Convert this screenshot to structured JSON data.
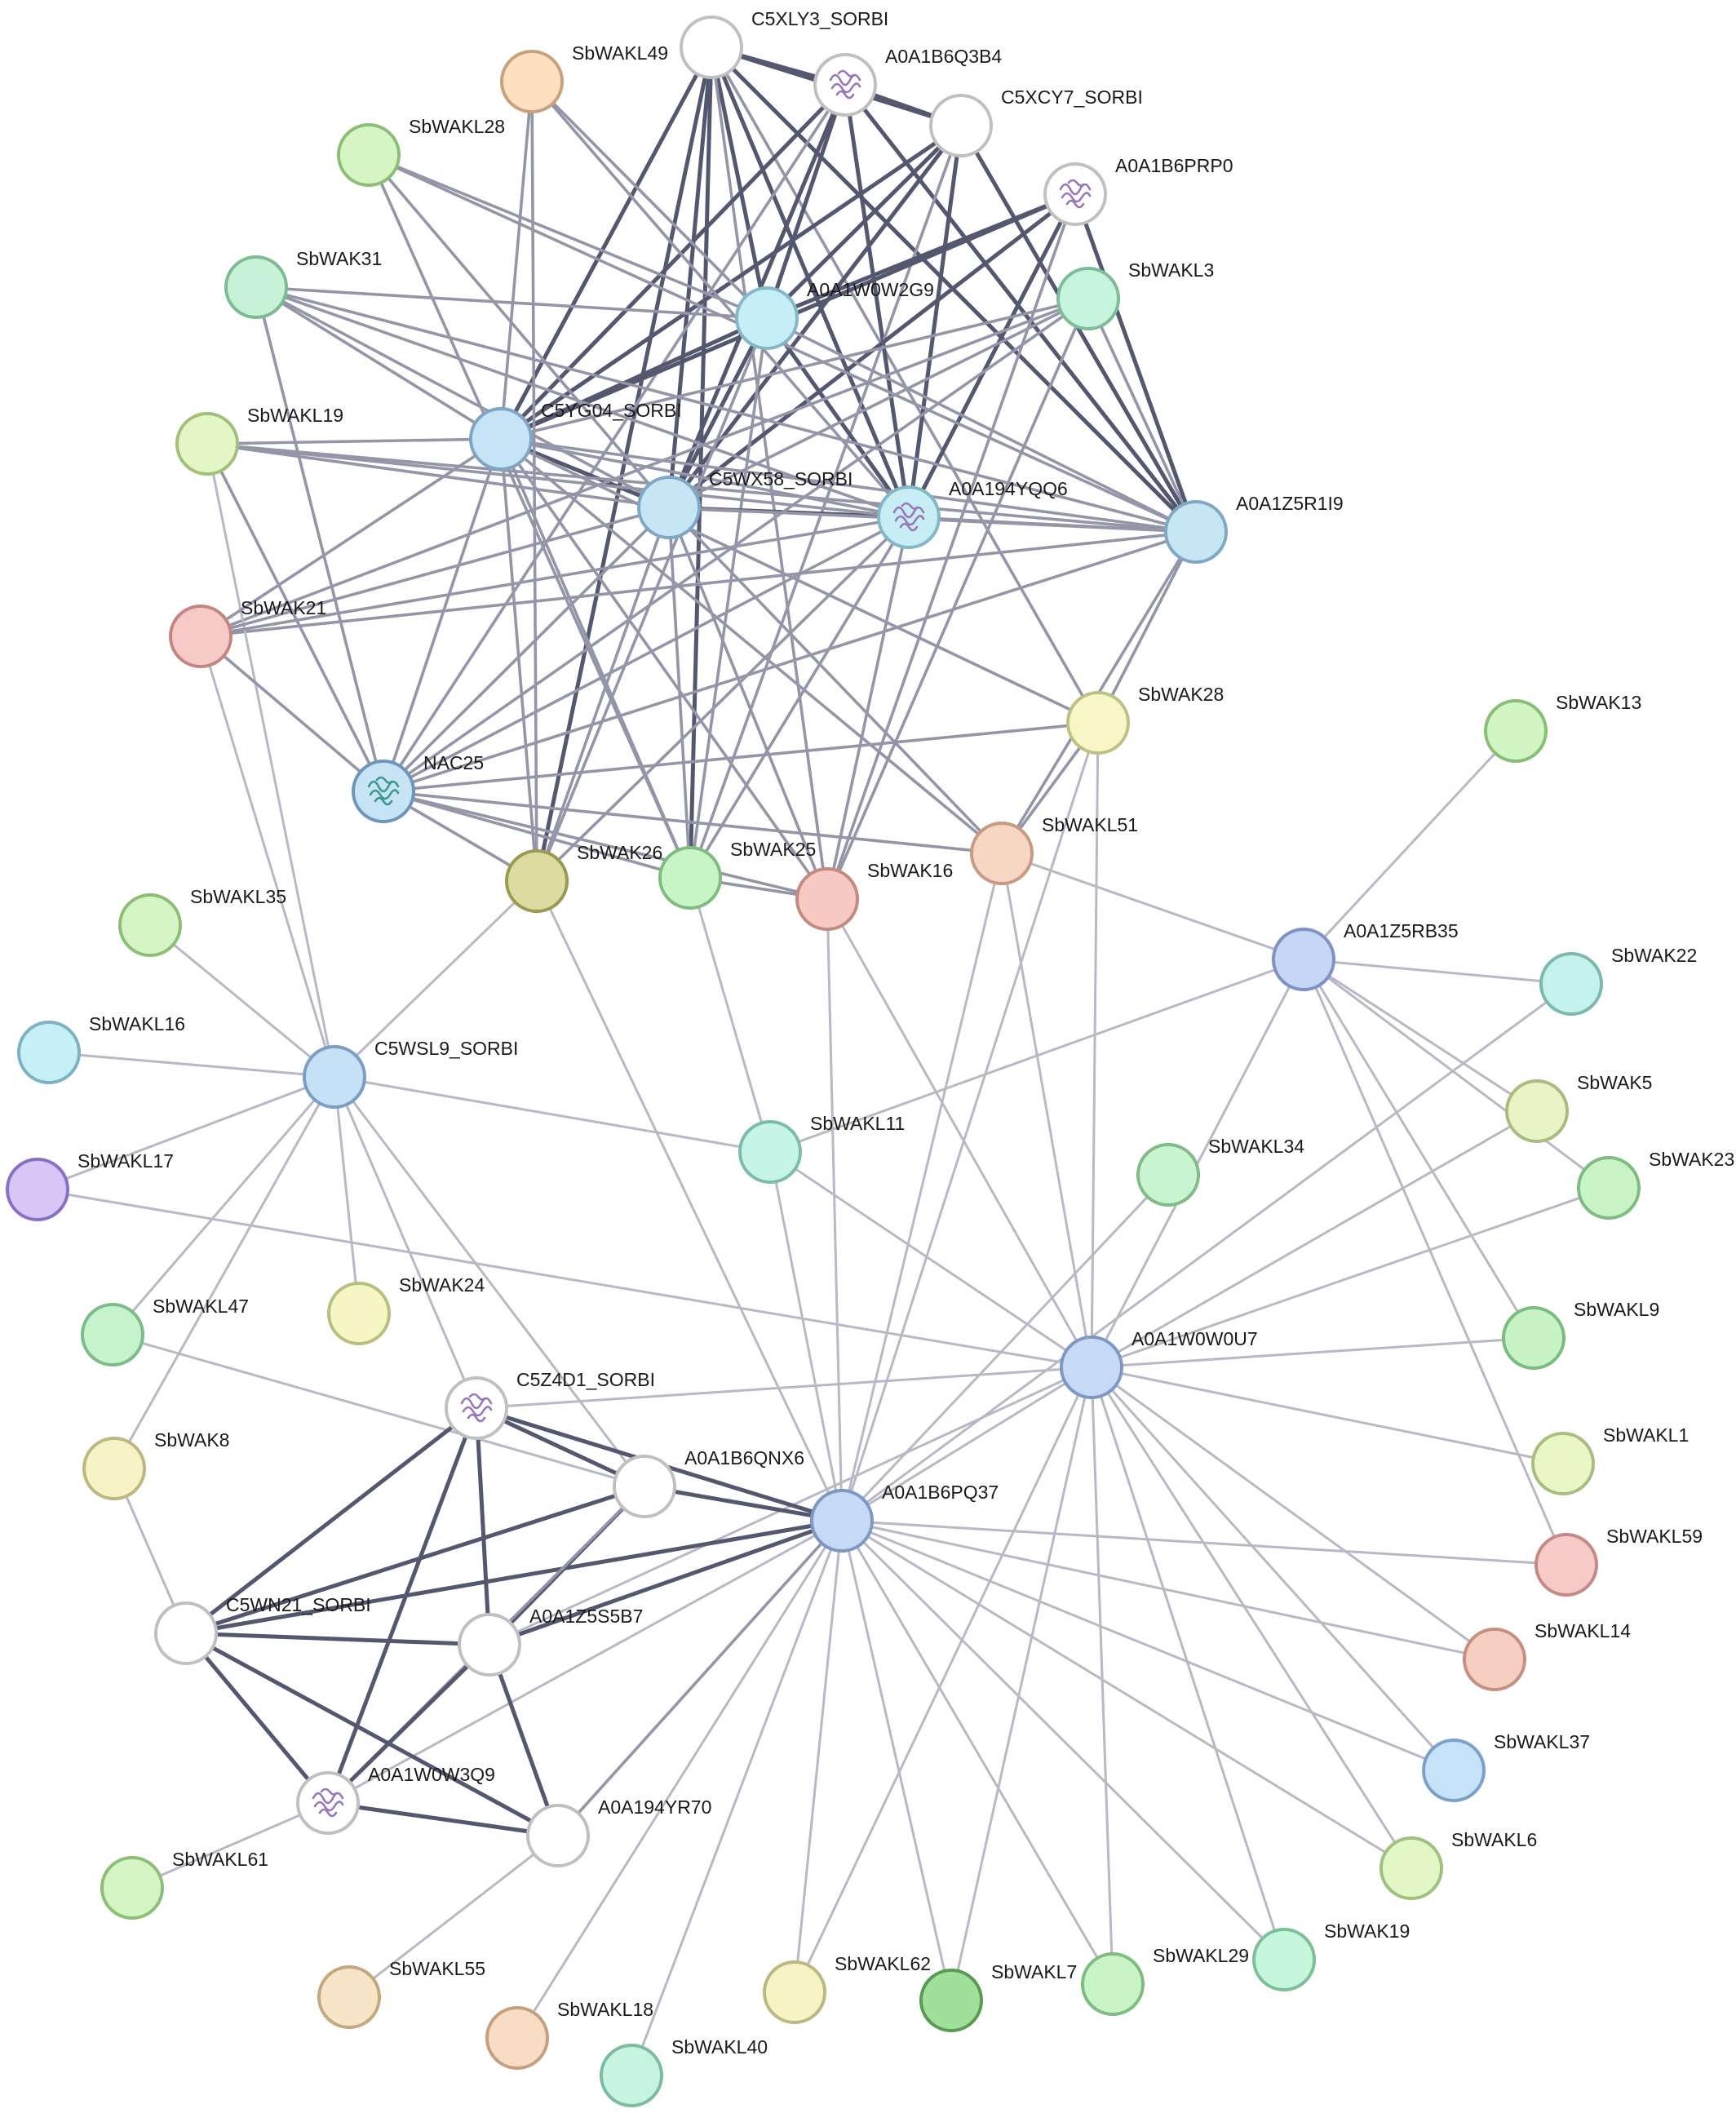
{
  "nodes": [
    {
      "id": "C5XLY3_SORBI",
      "label": "C5XLY3_SORBI",
      "fill": "#ffffff",
      "stroke": "#c0c0c0",
      "structure": false
    },
    {
      "id": "SbWAKL49",
      "label": "SbWAKL49",
      "fill": "#fde0c0",
      "stroke": "#c8a27a",
      "structure": false
    },
    {
      "id": "A0A1B6Q3B4",
      "label": "A0A1B6Q3B4",
      "fill": "#ffffff",
      "stroke": "#c0c0c0",
      "structure": true
    },
    {
      "id": "C5XCY7_SORBI",
      "label": "C5XCY7_SORBI",
      "fill": "#ffffff",
      "stroke": "#c0c0c0",
      "structure": false
    },
    {
      "id": "SbWAKL28",
      "label": "SbWAKL28",
      "fill": "#d6f5c4",
      "stroke": "#8cbf76",
      "structure": false
    },
    {
      "id": "A0A1B6PRP0",
      "label": "A0A1B6PRP0",
      "fill": "#ffffff",
      "stroke": "#c0c0c0",
      "structure": true
    },
    {
      "id": "SbWAK31",
      "label": "SbWAK31",
      "fill": "#c8f2d8",
      "stroke": "#7cbc94",
      "structure": false
    },
    {
      "id": "A0A1W0W2G9",
      "label": "A0A1W0W2G9",
      "fill": "#c6eef6",
      "stroke": "#84b8c8",
      "structure": false
    },
    {
      "id": "SbWAKL3",
      "label": "SbWAKL3",
      "fill": "#c6f4dc",
      "stroke": "#7cbc98",
      "structure": false
    },
    {
      "id": "SbWAKL19",
      "label": "SbWAKL19",
      "fill": "#e4f6c6",
      "stroke": "#a2c07a",
      "structure": false
    },
    {
      "id": "C5YG04_SORBI",
      "label": "C5YG04_SORBI",
      "fill": "#c6e4f6",
      "stroke": "#7ea6c4",
      "structure": false
    },
    {
      "id": "C5WX58_SORBI",
      "label": "C5WX58_SORBI",
      "fill": "#c6e6f6",
      "stroke": "#7ea8c4",
      "structure": false
    },
    {
      "id": "A0A194YQQ6",
      "label": "A0A194YQQ6",
      "fill": "#c6eef4",
      "stroke": "#84b8c4",
      "structure": true
    },
    {
      "id": "A0A1Z5R1I9",
      "label": "A0A1Z5R1I9",
      "fill": "#c6e6f4",
      "stroke": "#80a8c2",
      "structure": false
    },
    {
      "id": "SbWAK21",
      "label": "SbWAK21",
      "fill": "#f6cac6",
      "stroke": "#c48680",
      "structure": false
    },
    {
      "id": "SbWAK28",
      "label": "SbWAK28",
      "fill": "#f6f6c6",
      "stroke": "#c0c084",
      "structure": false
    },
    {
      "id": "SbWAK13",
      "label": "SbWAK13",
      "fill": "#d2f5c4",
      "stroke": "#88bf76",
      "structure": false
    },
    {
      "id": "NAC25",
      "label": "NAC25",
      "fill": "#c6e4f6",
      "stroke": "#6e96b8",
      "structure": true
    },
    {
      "id": "SbWAKL51",
      "label": "SbWAKL51",
      "fill": "#f8d6c4",
      "stroke": "#c89a82",
      "structure": false
    },
    {
      "id": "SbWAK26",
      "label": "SbWAK26",
      "fill": "#dcdca0",
      "stroke": "#9a9a50",
      "structure": false
    },
    {
      "id": "SbWAK25",
      "label": "SbWAK25",
      "fill": "#c8f5c6",
      "stroke": "#80bc80",
      "structure": false
    },
    {
      "id": "SbWAK16",
      "label": "SbWAK16",
      "fill": "#f6cac2",
      "stroke": "#c48a80",
      "structure": false
    },
    {
      "id": "SbWAKL35",
      "label": "SbWAKL35",
      "fill": "#d6f5c4",
      "stroke": "#8cbf76",
      "structure": false
    },
    {
      "id": "A0A1Z5RB35",
      "label": "A0A1Z5RB35",
      "fill": "#c6d6f6",
      "stroke": "#7e92c4",
      "structure": false
    },
    {
      "id": "SbWAK22",
      "label": "SbWAK22",
      "fill": "#c6f2ec",
      "stroke": "#7cb8b0",
      "structure": false
    },
    {
      "id": "SbWAKL16",
      "label": "SbWAKL16",
      "fill": "#c6f0f6",
      "stroke": "#7cb2c2",
      "structure": false
    },
    {
      "id": "C5WSL9_SORBI",
      "label": "C5WSL9_SORBI",
      "fill": "#c6e0f6",
      "stroke": "#7a9ec4",
      "structure": false
    },
    {
      "id": "SbWAK5",
      "label": "SbWAK5",
      "fill": "#e8f4c6",
      "stroke": "#a8bc80",
      "structure": false
    },
    {
      "id": "SbWAKL11",
      "label": "SbWAKL11",
      "fill": "#c6f4e8",
      "stroke": "#7cbcaa",
      "structure": false
    },
    {
      "id": "SbWAKL34",
      "label": "SbWAKL34",
      "fill": "#c8f4d0",
      "stroke": "#80bc88",
      "structure": false
    },
    {
      "id": "SbWAK23",
      "label": "SbWAK23",
      "fill": "#c8f4c8",
      "stroke": "#80bc80",
      "structure": false
    },
    {
      "id": "SbWAKL17",
      "label": "SbWAKL17",
      "fill": "#d8c6f6",
      "stroke": "#8a70c4",
      "structure": false
    },
    {
      "id": "SbWAK24",
      "label": "SbWAK24",
      "fill": "#f4f6c4",
      "stroke": "#bcbe80",
      "structure": false
    },
    {
      "id": "SbWAKL47",
      "label": "SbWAKL47",
      "fill": "#c6f2cc",
      "stroke": "#7cbc88",
      "structure": false
    },
    {
      "id": "SbWAKL9",
      "label": "SbWAKL9",
      "fill": "#c6f2c6",
      "stroke": "#7cbc7c",
      "structure": false
    },
    {
      "id": "A0A1W0W0U7",
      "label": "A0A1W0W0U7",
      "fill": "#c6daf6",
      "stroke": "#7e98c4",
      "structure": false
    },
    {
      "id": "C5Z4D1_SORBI",
      "label": "C5Z4D1_SORBI",
      "fill": "#ffffff",
      "stroke": "#c0c0c0",
      "structure": true
    },
    {
      "id": "SbWAK8",
      "label": "SbWAK8",
      "fill": "#f6f4c6",
      "stroke": "#bcb880",
      "structure": false
    },
    {
      "id": "SbWAKL1",
      "label": "SbWAKL1",
      "fill": "#eaf6c6",
      "stroke": "#a8be80",
      "structure": false
    },
    {
      "id": "A0A1B6QNX6",
      "label": "A0A1B6QNX6",
      "fill": "#ffffff",
      "stroke": "#c0c0c0",
      "structure": false
    },
    {
      "id": "A0A1B6PQ37",
      "label": "A0A1B6PQ37",
      "fill": "#c6daf6",
      "stroke": "#7e98c4",
      "structure": false
    },
    {
      "id": "SbWAKL59",
      "label": "SbWAKL59",
      "fill": "#f6cac6",
      "stroke": "#c48a86",
      "structure": false
    },
    {
      "id": "C5WN21_SORBI",
      "label": "C5WN21_SORBI",
      "fill": "#ffffff",
      "stroke": "#c0c0c0",
      "structure": false
    },
    {
      "id": "A0A1Z5S5B7",
      "label": "A0A1Z5S5B7",
      "fill": "#ffffff",
      "stroke": "#c0c0c0",
      "structure": false
    },
    {
      "id": "SbWAKL14",
      "label": "SbWAKL14",
      "fill": "#f6cec2",
      "stroke": "#c49080",
      "structure": false
    },
    {
      "id": "SbWAKL37",
      "label": "SbWAKL37",
      "fill": "#c6e2f8",
      "stroke": "#7aa2c8",
      "structure": false
    },
    {
      "id": "A0A1W0W3Q9",
      "label": "A0A1W0W3Q9",
      "fill": "#ffffff",
      "stroke": "#c0c0c0",
      "structure": true
    },
    {
      "id": "A0A194YR70",
      "label": "A0A194YR70",
      "fill": "#ffffff",
      "stroke": "#c0c0c0",
      "structure": false
    },
    {
      "id": "SbWAKL61",
      "label": "SbWAKL61",
      "fill": "#d6f5c4",
      "stroke": "#8cbf76",
      "structure": false
    },
    {
      "id": "SbWAKL6",
      "label": "SbWAKL6",
      "fill": "#e2f6c6",
      "stroke": "#a0c07e",
      "structure": false
    },
    {
      "id": "SbWAK19",
      "label": "SbWAK19",
      "fill": "#c6f6dc",
      "stroke": "#7cc098",
      "structure": false
    },
    {
      "id": "SbWAKL55",
      "label": "SbWAKL55",
      "fill": "#f8e4c6",
      "stroke": "#c4a880",
      "structure": false
    },
    {
      "id": "SbWAKL29",
      "label": "SbWAKL29",
      "fill": "#c8f4c8",
      "stroke": "#80bc80",
      "structure": false
    },
    {
      "id": "SbWAKL62",
      "label": "SbWAKL62",
      "fill": "#f6f4c4",
      "stroke": "#bcb880",
      "structure": false
    },
    {
      "id": "SbWAKL7",
      "label": "SbWAKL7",
      "fill": "#a0e09a",
      "stroke": "#5a9a52",
      "structure": false
    },
    {
      "id": "SbWAKL18",
      "label": "SbWAKL18",
      "fill": "#f8dcc4",
      "stroke": "#c4a080",
      "structure": false
    },
    {
      "id": "SbWAKL40",
      "label": "SbWAKL40",
      "fill": "#c6f4e0",
      "stroke": "#7cbc9e",
      "structure": false
    }
  ],
  "edges": [
    [
      "C5XLY3_SORBI",
      "A0A1B6Q3B4",
      3
    ],
    [
      "C5XLY3_SORBI",
      "C5XCY7_SORBI",
      3
    ],
    [
      "C5XLY3_SORBI",
      "A0A1W0W2G9",
      3
    ],
    [
      "C5XLY3_SORBI",
      "C5YG04_SORBI",
      3
    ],
    [
      "C5XLY3_SORBI",
      "C5WX58_SORBI",
      3
    ],
    [
      "C5XLY3_SORBI",
      "A0A194YQQ6",
      3
    ],
    [
      "C5XLY3_SORBI",
      "A0A1Z5R1I9",
      3
    ],
    [
      "C5XLY3_SORBI",
      "SbWAK26",
      3
    ],
    [
      "C5XLY3_SORBI",
      "SbWAK25",
      3
    ],
    [
      "C5XLY3_SORBI",
      "SbWAK16",
      2
    ],
    [
      "C5XLY3_SORBI",
      "SbWAK28",
      2
    ],
    [
      "A0A1B6Q3B4",
      "C5XCY7_SORBI",
      3
    ],
    [
      "A0A1B6Q3B4",
      "A0A1W0W2G9",
      3
    ],
    [
      "A0A1B6Q3B4",
      "C5YG04_SORBI",
      3
    ],
    [
      "A0A1B6Q3B4",
      "C5WX58_SORBI",
      3
    ],
    [
      "A0A1B6Q3B4",
      "A0A194YQQ6",
      3
    ],
    [
      "A0A1B6Q3B4",
      "A0A1Z5R1I9",
      3
    ],
    [
      "A0A1B6Q3B4",
      "NAC25",
      2
    ],
    [
      "C5XCY7_SORBI",
      "A0A1W0W2G9",
      3
    ],
    [
      "C5XCY7_SORBI",
      "C5YG04_SORBI",
      3
    ],
    [
      "C5XCY7_SORBI",
      "C5WX58_SORBI",
      3
    ],
    [
      "C5XCY7_SORBI",
      "A0A194YQQ6",
      3
    ],
    [
      "C5XCY7_SORBI",
      "A0A1Z5R1I9",
      3
    ],
    [
      "C5XCY7_SORBI",
      "SbWAK25",
      2
    ],
    [
      "A0A1B6PRP0",
      "A0A1W0W2G9",
      3
    ],
    [
      "A0A1B6PRP0",
      "C5YG04_SORBI",
      3
    ],
    [
      "A0A1B6PRP0",
      "C5WX58_SORBI",
      3
    ],
    [
      "A0A1B6PRP0",
      "A0A194YQQ6",
      3
    ],
    [
      "A0A1B6PRP0",
      "A0A1Z5R1I9",
      3
    ],
    [
      "A0A1B6PRP0",
      "SbWAK16",
      2
    ],
    [
      "A0A1W0W2G9",
      "C5YG04_SORBI",
      3
    ],
    [
      "A0A1W0W2G9",
      "C5WX58_SORBI",
      3
    ],
    [
      "A0A1W0W2G9",
      "A0A194YQQ6",
      3
    ],
    [
      "A0A1W0W2G9",
      "A0A1Z5R1I9",
      2
    ],
    [
      "A0A1W0W2G9",
      "SbWAK26",
      2
    ],
    [
      "A0A1W0W2G9",
      "SbWAK25",
      2
    ],
    [
      "C5YG04_SORBI",
      "C5WX58_SORBI",
      3
    ],
    [
      "C5YG04_SORBI",
      "A0A194YQQ6",
      2
    ],
    [
      "C5YG04_SORBI",
      "A0A1Z5R1I9",
      2
    ],
    [
      "C5YG04_SORBI",
      "NAC25",
      2
    ],
    [
      "C5YG04_SORBI",
      "SbWAK26",
      2
    ],
    [
      "C5YG04_SORBI",
      "SbWAK25",
      2
    ],
    [
      "C5YG04_SORBI",
      "SbWAK16",
      2
    ],
    [
      "C5YG04_SORBI",
      "SbWAKL51",
      2
    ],
    [
      "C5WX58_SORBI",
      "A0A194YQQ6",
      3
    ],
    [
      "C5WX58_SORBI",
      "A0A1Z5R1I9",
      2
    ],
    [
      "C5WX58_SORBI",
      "NAC25",
      2
    ],
    [
      "C5WX58_SORBI",
      "SbWAK26",
      2
    ],
    [
      "C5WX58_SORBI",
      "SbWAK25",
      2
    ],
    [
      "C5WX58_SORBI",
      "SbWAK16",
      2
    ],
    [
      "C5WX58_SORBI",
      "SbWAKL51",
      2
    ],
    [
      "A0A194YQQ6",
      "A0A1Z5R1I9",
      2
    ],
    [
      "A0A194YQQ6",
      "NAC25",
      2
    ],
    [
      "A0A194YQQ6",
      "SbWAK26",
      2
    ],
    [
      "A0A194YQQ6",
      "SbWAK25",
      2
    ],
    [
      "A0A194YQQ6",
      "SbWAK16",
      2
    ],
    [
      "A0A1Z5R1I9",
      "NAC25",
      2
    ],
    [
      "A0A1Z5R1I9",
      "SbWAK28",
      2
    ],
    [
      "A0A1Z5R1I9",
      "SbWAKL51",
      2
    ],
    [
      "A0A1Z5R1I9",
      "SbWAK21",
      2
    ],
    [
      "SbWAKL49",
      "C5YG04_SORBI",
      2
    ],
    [
      "SbWAKL49",
      "A0A194YQQ6",
      2
    ],
    [
      "SbWAKL49",
      "A0A1W0W2G9",
      2
    ],
    [
      "SbWAKL49",
      "SbWAK26",
      2
    ],
    [
      "SbWAKL28",
      "A0A1W0W2G9",
      2
    ],
    [
      "SbWAKL28",
      "C5WX58_SORBI",
      2
    ],
    [
      "SbWAKL28",
      "A0A1Z5R1I9",
      2
    ],
    [
      "SbWAKL28",
      "SbWAK25",
      2
    ],
    [
      "SbWAK31",
      "C5YG04_SORBI",
      2
    ],
    [
      "SbWAK31",
      "A0A1W0W2G9",
      2
    ],
    [
      "SbWAK31",
      "C5WX58_SORBI",
      2
    ],
    [
      "SbWAK31",
      "A0A194YQQ6",
      2
    ],
    [
      "SbWAK31",
      "A0A1Z5R1I9",
      2
    ],
    [
      "SbWAK31",
      "NAC25",
      2
    ],
    [
      "SbWAKL3",
      "C5YG04_SORBI",
      2
    ],
    [
      "SbWAKL3",
      "C5WX58_SORBI",
      2
    ],
    [
      "SbWAKL3",
      "A0A1Z5R1I9",
      2
    ],
    [
      "SbWAKL3",
      "NAC25",
      2
    ],
    [
      "SbWAKL3",
      "SbWAK21",
      2
    ],
    [
      "SbWAKL3",
      "SbWAK16",
      2
    ],
    [
      "SbWAKL19",
      "C5YG04_SORBI",
      2
    ],
    [
      "SbWAKL19",
      "C5WX58_SORBI",
      2
    ],
    [
      "SbWAKL19",
      "A0A1Z5R1I9",
      2
    ],
    [
      "SbWAKL19",
      "NAC25",
      2
    ],
    [
      "SbWAKL19",
      "C5WSL9_SORBI",
      1
    ],
    [
      "SbWAKL19",
      "A0A194YQQ6",
      2
    ],
    [
      "SbWAK21",
      "C5YG04_SORBI",
      2
    ],
    [
      "SbWAK21",
      "C5WX58_SORBI",
      2
    ],
    [
      "SbWAK21",
      "NAC25",
      2
    ],
    [
      "SbWAK21",
      "C5WSL9_SORBI",
      1
    ],
    [
      "SbWAK21",
      "A0A194YQQ6",
      2
    ],
    [
      "SbWAK28",
      "NAC25",
      2
    ],
    [
      "SbWAK28",
      "C5YG04_SORBI",
      2
    ],
    [
      "SbWAK28",
      "A0A1W0W0U7",
      1
    ],
    [
      "SbWAK28",
      "A0A1B6PQ37",
      1
    ],
    [
      "SbWAK28",
      "SbWAKL51",
      2
    ],
    [
      "NAC25",
      "SbWAK26",
      2
    ],
    [
      "NAC25",
      "SbWAK25",
      2
    ],
    [
      "NAC25",
      "SbWAK16",
      2
    ],
    [
      "NAC25",
      "SbWAKL51",
      2
    ],
    [
      "SbWAKL51",
      "A0A1Z5RB35",
      1
    ],
    [
      "SbWAKL51",
      "A0A1W0W0U7",
      1
    ],
    [
      "SbWAKL51",
      "A0A1B6PQ37",
      1
    ],
    [
      "SbWAK26",
      "C5WSL9_SORBI",
      1
    ],
    [
      "SbWAK26",
      "A0A1B6PQ37",
      1
    ],
    [
      "SbWAK25",
      "SbWAKL11",
      1
    ],
    [
      "SbWAK25",
      "SbWAK16",
      2
    ],
    [
      "SbWAK16",
      "A0A1W0W0U7",
      1
    ],
    [
      "SbWAK16",
      "A0A1B6PQ37",
      1
    ],
    [
      "SbWAK13",
      "A0A1Z5RB35",
      1
    ],
    [
      "A0A1Z5RB35",
      "SbWAK22",
      1
    ],
    [
      "A0A1Z5RB35",
      "SbWAK5",
      1
    ],
    [
      "A0A1Z5RB35",
      "SbWAK23",
      1
    ],
    [
      "A0A1Z5RB35",
      "SbWAKL9",
      1
    ],
    [
      "A0A1Z5RB35",
      "SbWAKL59",
      1
    ],
    [
      "A0A1Z5RB35",
      "A0A1W0W0U7",
      1
    ],
    [
      "A0A1Z5RB35",
      "SbWAKL11",
      1
    ],
    [
      "SbWAK22",
      "A0A1B6PQ37",
      1
    ],
    [
      "SbWAK5",
      "A0A1W0W0U7",
      1
    ],
    [
      "SbWAKL35",
      "C5WSL9_SORBI",
      1
    ],
    [
      "SbWAKL16",
      "C5WSL9_SORBI",
      1
    ],
    [
      "SbWAKL17",
      "C5WSL9_SORBI",
      1
    ],
    [
      "SbWAKL17",
      "A0A1W0W0U7",
      1
    ],
    [
      "C5WSL9_SORBI",
      "SbWAKL11",
      1
    ],
    [
      "C5WSL9_SORBI",
      "SbWAK24",
      1
    ],
    [
      "C5WSL9_SORBI",
      "SbWAKL47",
      1
    ],
    [
      "C5WSL9_SORBI",
      "SbWAK8",
      1
    ],
    [
      "C5WSL9_SORBI",
      "C5Z4D1_SORBI",
      1
    ],
    [
      "C5WSL9_SORBI",
      "A0A1B6QNX6",
      1
    ],
    [
      "SbWAKL11",
      "A0A1W0W0U7",
      1
    ],
    [
      "SbWAKL11",
      "A0A1B6PQ37",
      1
    ],
    [
      "SbWAKL34",
      "A0A1B6PQ37",
      1
    ],
    [
      "SbWAKL47",
      "A0A1B6QNX6",
      1
    ],
    [
      "SbWAK8",
      "C5WN21_SORBI",
      1
    ],
    [
      "A0A1W0W0U7",
      "SbWAKL9",
      1
    ],
    [
      "A0A1W0W0U7",
      "SbWAKL1",
      1
    ],
    [
      "A0A1W0W0U7",
      "SbWAKL14",
      1
    ],
    [
      "A0A1W0W0U7",
      "SbWAKL37",
      1
    ],
    [
      "A0A1W0W0U7",
      "SbWAKL6",
      1
    ],
    [
      "A0A1W0W0U7",
      "SbWAK19",
      1
    ],
    [
      "A0A1W0W0U7",
      "SbWAKL29",
      1
    ],
    [
      "A0A1W0W0U7",
      "SbWAKL7",
      1
    ],
    [
      "A0A1W0W0U7",
      "SbWAKL62",
      1
    ],
    [
      "A0A1W0W0U7",
      "A0A1B6PQ37",
      1
    ],
    [
      "A0A1W0W0U7",
      "C5Z4D1_SORBI",
      1
    ],
    [
      "A0A1W0W0U7",
      "A0A1Z5S5B7",
      1
    ],
    [
      "A0A1W0W0U7",
      "SbWAK23",
      1
    ],
    [
      "A0A1B6PQ37",
      "SbWAKL59",
      1
    ],
    [
      "A0A1B6PQ37",
      "SbWAKL14",
      1
    ],
    [
      "A0A1B6PQ37",
      "SbWAKL37",
      1
    ],
    [
      "A0A1B6PQ37",
      "SbWAKL6",
      1
    ],
    [
      "A0A1B6PQ37",
      "SbWAK19",
      1
    ],
    [
      "A0A1B6PQ37",
      "SbWAKL29",
      1
    ],
    [
      "A0A1B6PQ37",
      "SbWAKL7",
      1
    ],
    [
      "A0A1B6PQ37",
      "SbWAKL62",
      1
    ],
    [
      "A0A1B6PQ37",
      "SbWAKL40",
      1
    ],
    [
      "A0A1B6PQ37",
      "SbWAKL18",
      1
    ],
    [
      "A0A1B6PQ37",
      "A0A194YR70",
      1
    ],
    [
      "A0A1B6PQ37",
      "A0A1W0W3Q9",
      1
    ],
    [
      "A0A1B6PQ37",
      "C5Z4D1_SORBI",
      3
    ],
    [
      "A0A1B6PQ37",
      "A0A1B6QNX6",
      3
    ],
    [
      "A0A1B6PQ37",
      "C5WN21_SORBI",
      3
    ],
    [
      "A0A1B6PQ37",
      "A0A1Z5S5B7",
      3
    ],
    [
      "A0A1B6PQ37",
      "A0A194YR70",
      2
    ],
    [
      "C5Z4D1_SORBI",
      "A0A1B6QNX6",
      3
    ],
    [
      "C5Z4D1_SORBI",
      "C5WN21_SORBI",
      3
    ],
    [
      "C5Z4D1_SORBI",
      "A0A1Z5S5B7",
      3
    ],
    [
      "C5Z4D1_SORBI",
      "A0A1W0W3Q9",
      3
    ],
    [
      "A0A1B6QNX6",
      "C5WN21_SORBI",
      3
    ],
    [
      "A0A1B6QNX6",
      "A0A1Z5S5B7",
      3
    ],
    [
      "A0A1B6QNX6",
      "A0A1W0W3Q9",
      2
    ],
    [
      "C5WN21_SORBI",
      "A0A1Z5S5B7",
      3
    ],
    [
      "C5WN21_SORBI",
      "A0A1W0W3Q9",
      3
    ],
    [
      "C5WN21_SORBI",
      "A0A194YR70",
      3
    ],
    [
      "A0A1Z5S5B7",
      "A0A1W0W3Q9",
      3
    ],
    [
      "A0A1Z5S5B7",
      "A0A194YR70",
      3
    ],
    [
      "A0A1W0W3Q9",
      "A0A194YR70",
      3
    ],
    [
      "A0A1W0W3Q9",
      "SbWAKL61",
      1
    ],
    [
      "A0A194YR70",
      "SbWAKL55",
      1
    ]
  ]
}
